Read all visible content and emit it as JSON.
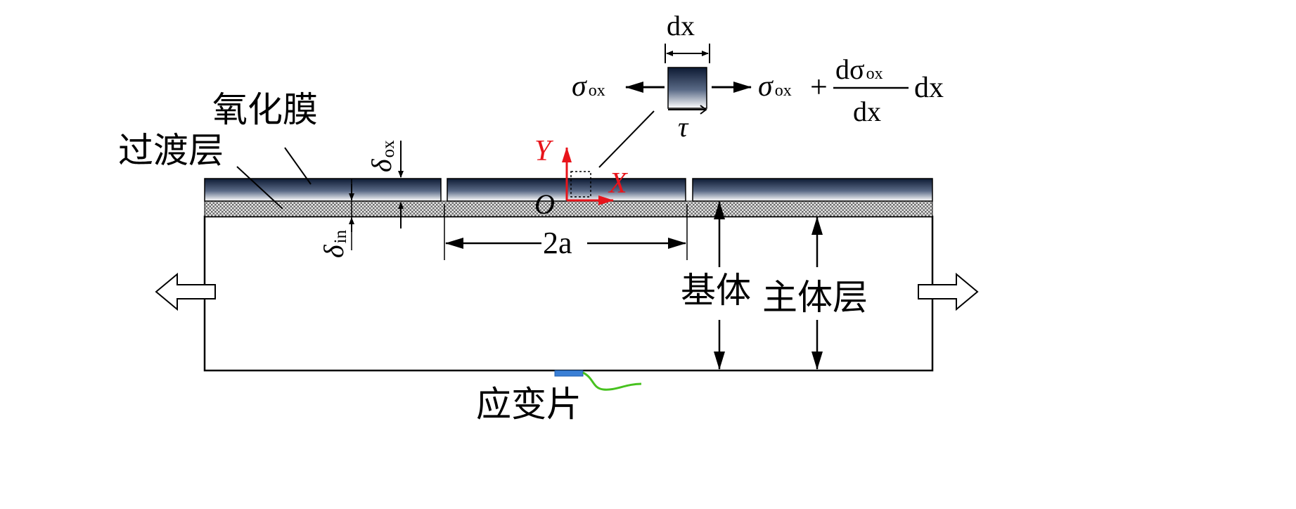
{
  "labels": {
    "oxide_film": "氧化膜",
    "transition_layer": "过渡层",
    "substrate": "基体",
    "main_layer": "主体层",
    "strain_gauge": "应变片",
    "crack_spacing": "2a",
    "origin": "O",
    "axis_x": "X",
    "axis_y": "Y",
    "delta_sym": "δ",
    "delta_ox_sub": "ox",
    "delta_in_sub": "in"
  },
  "element": {
    "dx_label": "dx",
    "sigma_left": "σ",
    "sigma_left_sub": "ox",
    "sigma_right": "σ",
    "sigma_right_sub": "ox",
    "plus": "+",
    "frac_num": "dσ",
    "frac_num_sub": "ox",
    "frac_den": "dx",
    "dx_tail": "dx",
    "tau": "τ"
  },
  "colors": {
    "axis": "#e8141b",
    "strain_gauge": "#3a7fd5",
    "gauge_wire": "#47c21f",
    "film_dark": "#0d1a33",
    "film_light": "#ffffff",
    "transition_pattern": "#7a7a7a"
  }
}
